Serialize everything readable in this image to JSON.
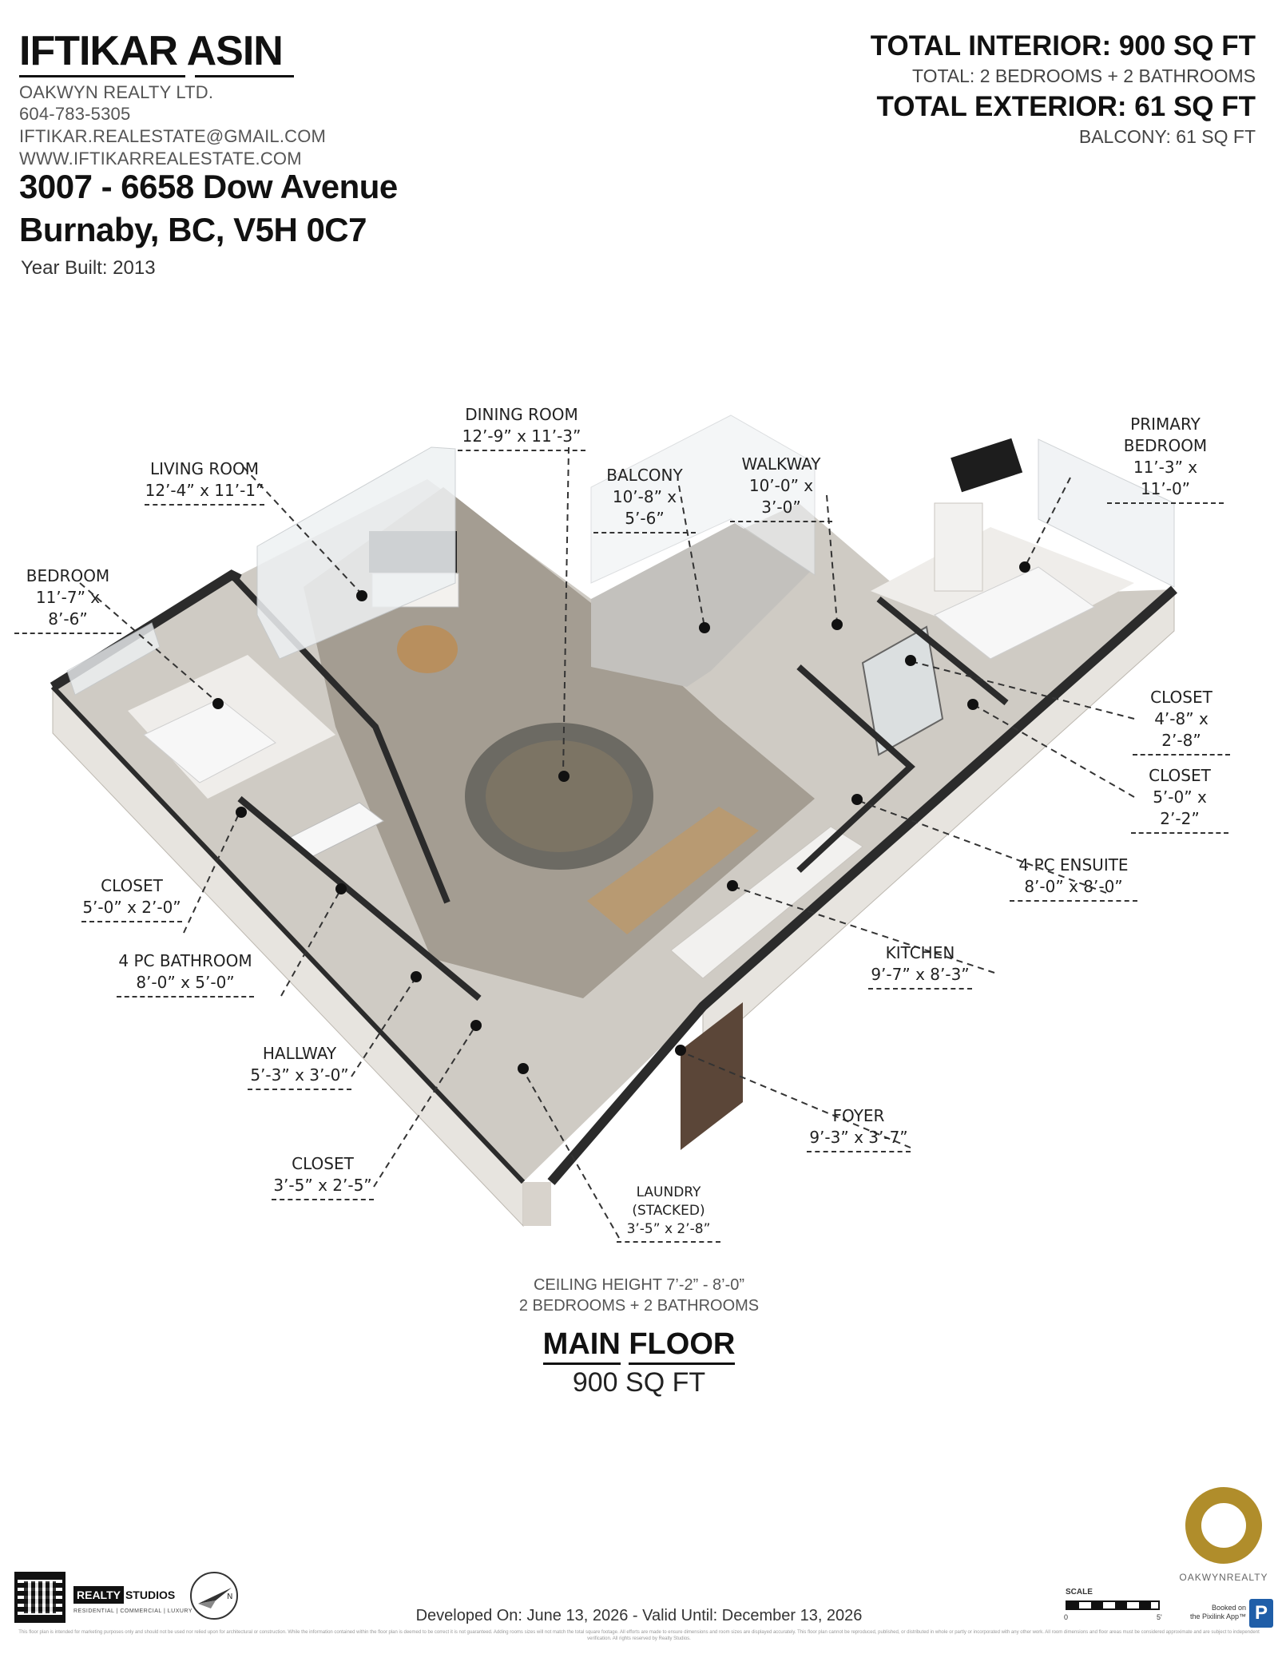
{
  "agent": {
    "first_name": "IFTIKAR",
    "last_name": "ASIN",
    "company": "OAKWYN REALTY LTD.",
    "phone": "604-783-5305",
    "email": "IFTIKAR.REALESTATE@GMAIL.COM",
    "website": "WWW.IFTIKARREALESTATE.COM"
  },
  "property": {
    "address_line1": "3007 - 6658 Dow Avenue",
    "address_line2": "Burnaby, BC, V5H 0C7",
    "year_built": "Year Built: 2013"
  },
  "totals": {
    "interior": "TOTAL INTERIOR: 900 SQ FT",
    "interior_detail": "TOTAL: 2 BEDROOMS + 2 BATHROOMS",
    "exterior": "TOTAL EXTERIOR: 61 SQ FT",
    "exterior_detail": "BALCONY: 61 SQ FT"
  },
  "rooms": {
    "dining": {
      "name": "DINING ROOM",
      "dims": "12’-9” x 11’-3”"
    },
    "living": {
      "name": "LIVING ROOM",
      "dims": "12’-4” x 11’-1”"
    },
    "balcony": {
      "name": "BALCONY",
      "dims": "10’-8” x 5’-6”"
    },
    "walkway": {
      "name": "WALKWAY",
      "dims": "10’-0” x 3’-0”"
    },
    "primary": {
      "name1": "PRIMARY",
      "name2": "BEDROOM",
      "dims": "11’-3” x 11’-0”"
    },
    "bedroom": {
      "name": "BEDROOM",
      "dims": "11’-7” x 8’-6”"
    },
    "closet_a": {
      "name": "CLOSET",
      "dims": "4’-8” x 2’-8”"
    },
    "closet_b": {
      "name": "CLOSET",
      "dims": "5’-0” x 2’-2”"
    },
    "ensuite": {
      "name": "4 PC ENSUITE",
      "dims": "8’-0” x 8’-0”"
    },
    "closet_c": {
      "name": "CLOSET",
      "dims": "5’-0” x 2’-0”"
    },
    "kitchen": {
      "name": "KITCHEN",
      "dims": "9’-7” x 8’-3”"
    },
    "bathroom": {
      "name": "4 PC BATHROOM",
      "dims": "8’-0” x 5’-0”"
    },
    "hallway": {
      "name": "HALLWAY",
      "dims": "5’-3” x 3’-0”"
    },
    "foyer": {
      "name": "FOYER",
      "dims": "9’-3” x 3’-7”"
    },
    "closet_d": {
      "name": "CLOSET",
      "dims": "3’-5” x 2’-5”"
    },
    "laundry": {
      "name1": "LAUNDRY",
      "name2": "(STACKED)",
      "dims": "3’-5” x 2’-8”"
    }
  },
  "floor": {
    "ceiling": "CEILING HEIGHT 7’-2” - 8’-0”",
    "summary": "2 BEDROOMS + 2 BATHROOMS",
    "title_a": "MAIN",
    "title_b": "FLOOR",
    "area": "900 SQ FT"
  },
  "footer": {
    "developed": "Developed On: June 13, 2026 - Valid Until: December 13, 2026",
    "realty_box": "REALTY",
    "realty_word": "STUDIOS",
    "realty_sub": "RESIDENTIAL | COMMERCIAL | LUXURY",
    "oakwyn": "OAKWYNREALTY",
    "scale": "SCALE",
    "scale_start": "0",
    "scale_end": "5'",
    "pixilink_1": "Booked on",
    "pixilink_2": "the Pixilink App™",
    "pixilink_letter": "P",
    "compass_letter": "N",
    "disclaimer": "This floor plan is intended for marketing purposes only and should not be used nor relied upon for architectural or construction. While the information contained within the floor plan is deemed to be correct it is not guaranteed. Adding rooms sizes will not match the total square footage. All efforts are made to ensure dimensions and room sizes are displayed accurately. This floor plan cannot be reproduced, published, or distributed in whole or partly or incorporated with any other work. All room dimensions and floor areas must be considered approximate and are subject to independent verification. All rights reserved by Realty Studios."
  },
  "colors": {
    "wall_dark": "#2b2b2b",
    "wall_side": "#e7e4df",
    "floor_wood": "#a49d92",
    "counter_wood": "#b89a72",
    "rug": "#6c6a63",
    "oakwyn_gold": "#b08d2b"
  }
}
